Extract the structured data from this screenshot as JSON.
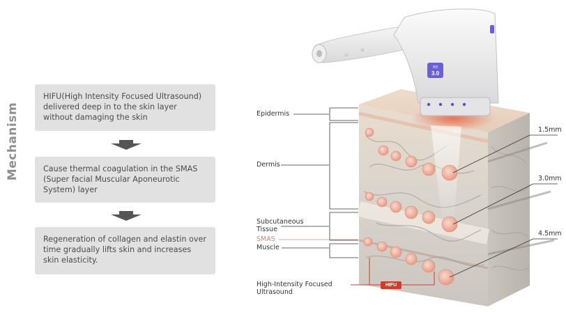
{
  "side_title": "Mechanism",
  "steps": [
    {
      "text": "HIFU(High Intensity Focused Ultrasound) delivered deep in to the skin layer without damaging the skin"
    },
    {
      "text": "Cause thermal coagulation in the SMAS (Super facial Muscular Aponeurotic System) layer"
    },
    {
      "text": "Regeneration of collagen and elastin over time gradually lifts skin and increases skin elasticity."
    }
  ],
  "device": {
    "badge": "3.0",
    "badge_sub": "HD"
  },
  "layers": {
    "epidermis": "Epidermis",
    "dermis": "Dermis",
    "subcutaneous_line1": "Subcutaneous",
    "subcutaneous_line2": "Tissue",
    "smas": "SMAS",
    "muscle": "Muscle",
    "hifu_line1": "High-Intensity Focused",
    "hifu_line2": "Ultrasound"
  },
  "hifu_tag": "HIFU",
  "depths": [
    "1.5mm",
    "3.0mm",
    "4.5mm"
  ],
  "colors": {
    "box_bg": "#e1e1e1",
    "arrow": "#555555",
    "hifu_red": "#d23a2c",
    "smas_label": "#c98a78",
    "focal_point": "#f2b7a6"
  }
}
